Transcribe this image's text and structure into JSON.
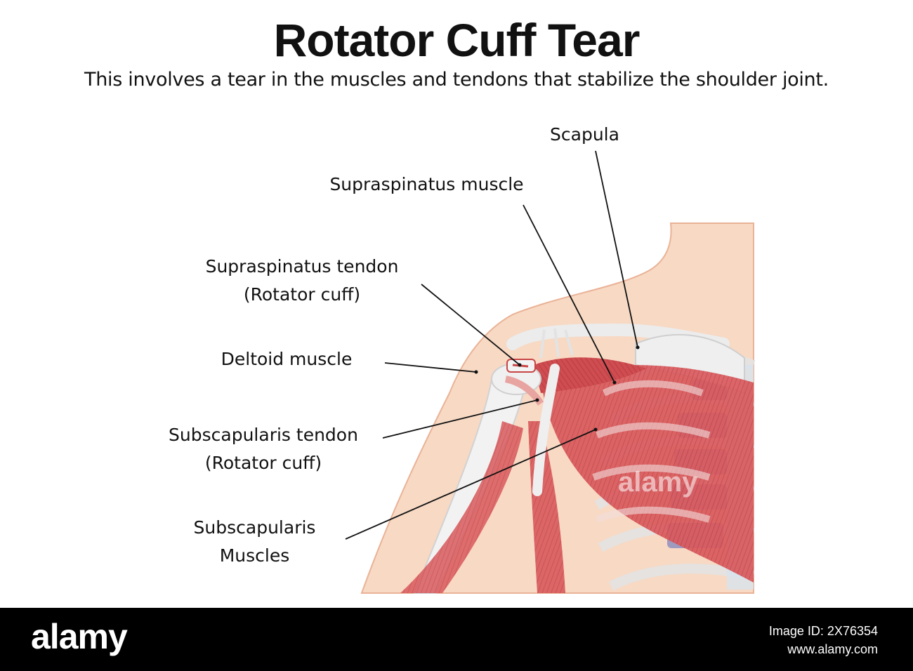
{
  "title": "Rotator Cuff Tear",
  "subtitle": "This involves a tear in the muscles and tendons that stabilize the shoulder joint.",
  "labels": {
    "scapula": "Scapula",
    "supraspinatus_muscle": "Supraspinatus muscle",
    "supraspinatus_tendon_1": "Supraspinatus tendon",
    "supraspinatus_tendon_2": "(Rotator cuff)",
    "deltoid": "Deltoid muscle",
    "subscapularis_tendon_1": "Subscapularis tendon",
    "subscapularis_tendon_2": "(Rotator cuff)",
    "subscapularis_muscles_1": "Subscapularis",
    "subscapularis_muscles_2": "Muscles"
  },
  "footer": {
    "logo": "alamy",
    "line1": "Image ID: 2X76354",
    "line2": "www.alamy.com"
  },
  "watermark": "alamy",
  "colors": {
    "skin": "#f7d9c4",
    "skin_edge": "#eab296",
    "muscle": "#d9595c",
    "muscle_dark": "#b83b3f",
    "bone": "#f1f1f1",
    "cartilage": "#8f8fc0",
    "footer": "#000000"
  }
}
